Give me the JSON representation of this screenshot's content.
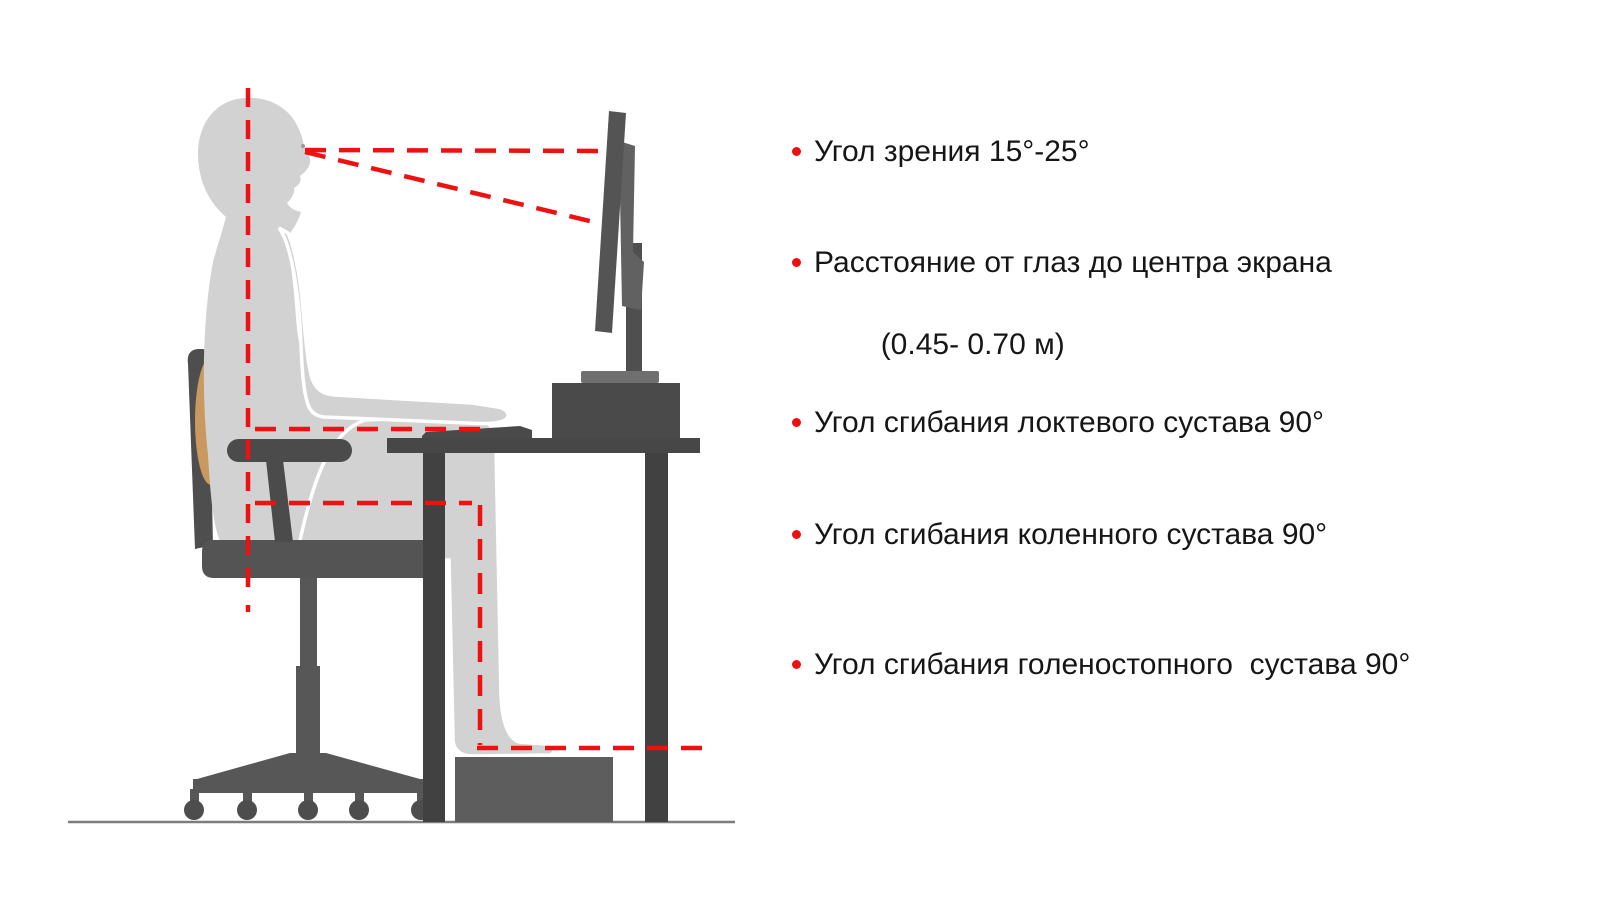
{
  "slide": {
    "kind": "ergonomics-posture-diagram",
    "background": "#ffffff"
  },
  "colors": {
    "accent_red": "#ee1111",
    "body_gray": "#d2d2d2",
    "outline_white": "#ffffff",
    "chair_gray": "#565656",
    "armrest_gray": "#4b4b4b",
    "desk_gray": "#474747",
    "desk_leg_gray": "#414141",
    "monitor_gray": "#545454",
    "footrest_gray": "#5d5d5d",
    "lumbar_tan": "#c9995f",
    "ground_gray": "#7d7d7d",
    "text_black": "#161616"
  },
  "bullets": {
    "items": [
      {
        "text": "Угол зрения 15°-25°"
      },
      {
        "text": "Расстояние от глаз до центра экрана",
        "text2": "(0.45- 0.70 м)"
      },
      {
        "text": "Угол сгибания локтевого сустава 90°"
      },
      {
        "text": "Угол сгибания коленного сустава 90°"
      },
      {
        "text": "Угол сгибания голеностопного  сустава 90°"
      }
    ]
  },
  "diagram": {
    "guides": {
      "vertical_posture_line": "spine / head vertical reference",
      "gaze_upper": "eye to top of screen",
      "gaze_lower": "eye to centre of screen",
      "elbow_line": "elbow 90° reference",
      "knee_line": "knee 90° reference",
      "ankle_line": "ankle 90° reference"
    },
    "objects": [
      "person-silhouette",
      "office-chair",
      "lumbar-cushion",
      "desk",
      "keyboard",
      "monitor",
      "monitor-riser",
      "footrest",
      "ground-line"
    ]
  }
}
